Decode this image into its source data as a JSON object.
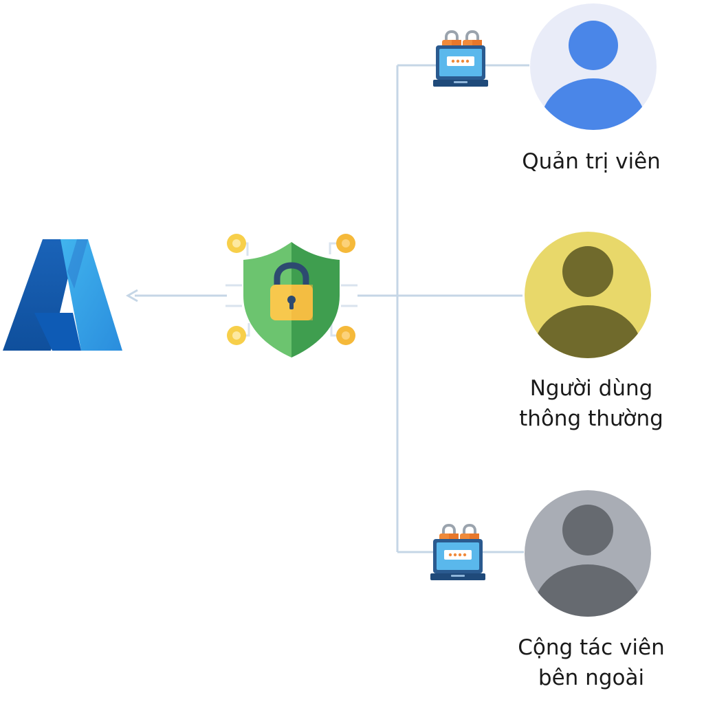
{
  "roles": {
    "admin": {
      "line1": "Quản trị viên",
      "color": "#4a86e8",
      "bg": "#e9ecf8"
    },
    "user": {
      "line1": "Người dùng",
      "line2": "thông thường",
      "color": "#706a2c",
      "bg": "#e8d86a"
    },
    "external": {
      "line1": "Cộng tác viên",
      "line2": "bên ngoài",
      "color": "#666a70",
      "bg": "#a9adb5"
    }
  },
  "icons": {
    "platform": "azure-logo",
    "gateway": "shield-lock-icon",
    "auth": "laptop-password-lock-icon"
  },
  "colors": {
    "connector": "#c5d6e6",
    "shield_light": "#6cc46f",
    "shield_dark": "#3f9e4f",
    "lock": "#f7c84d",
    "node": "#f5b93a"
  }
}
